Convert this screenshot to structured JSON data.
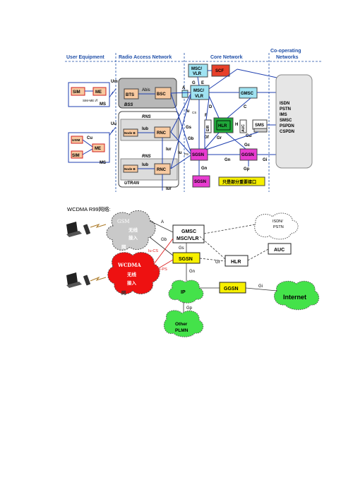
{
  "top_diagram": {
    "headers": {
      "user_equipment": "User Equipment",
      "radio_access_network": "Radio Access Network",
      "core_network": "Core Network",
      "co_operating_1": "Co-operating",
      "co_operating_2": "Networks"
    },
    "interfaces": {
      "um": "Um",
      "uu": "Uu",
      "cu": "Cu",
      "abis": "Abis",
      "a": "A",
      "iub_1": "Iub",
      "iub_2": "Iub",
      "iur_1": "Iur",
      "iur_2": "Iur",
      "iu_cs": "Iu",
      "iu_cs_sub": "CS",
      "iu_ps": "Iu",
      "iu_ps_sub": "PS",
      "g": "G",
      "e": "E",
      "b": "B",
      "d": "D",
      "c": "C",
      "f": "F",
      "h": "H",
      "gs": "Gs",
      "gr": "Gr",
      "gf": "Gf",
      "gd": "Gd",
      "gc": "Gc",
      "gn_1": "Gn",
      "gn_2": "Gn",
      "gp": "Gp",
      "gi": "Gi",
      "gb": "Gb"
    },
    "nodes": {
      "sim_1": "SIM",
      "me_1": "ME",
      "sim_me_i": "SIM-ME i/f",
      "ms_1": "MS",
      "usim": "USIM",
      "sim_2": "SIM",
      "me_2": "ME",
      "ms_2": "MS",
      "bts": "BTS",
      "bsc": "BSC",
      "bss": "BSS",
      "rns_1": "RNS",
      "node_b_1": "Node B",
      "rnc_1": "RNC",
      "rns_2": "RNS",
      "node_b_2": "Node B",
      "rnc_2": "RNC",
      "utran": "UTRAN",
      "msc_vlr_top_1": "MSC/",
      "msc_vlr_top_2": "VLR",
      "scf": "SCF",
      "msc_vlr_1": "MSC/",
      "msc_vlr_2": "VLR",
      "gmsc": "GMSC",
      "eir": "EIR",
      "hlr": "HLR",
      "auc": "AUC",
      "sms": "SMS",
      "sgsn": "SGSN",
      "ggsn": "GGSN",
      "sgsn_bottom": "SGSN",
      "note": "只是部分重要接口"
    },
    "networks": [
      "ISDN",
      "PSTN",
      "IMS",
      "SMSC",
      "PSPDN",
      "CSPDN"
    ]
  },
  "caption": "WCDMA  R99网络:",
  "bottom_diagram": {
    "gsm_1": "GSM",
    "gsm_2": "无线",
    "gsm_3": "接入",
    "gsm_4": "网",
    "wcdma_1": "WCDMA",
    "wcdma_2": "无线",
    "wcdma_3": "接入",
    "wcdma_4": "网",
    "gmsc_1": "GMSC",
    "gmsc_2": "MSC/VLR",
    "sgsn": "SGSN",
    "hlr": "HLR",
    "auc": "AUC",
    "ggsn": "GGSN",
    "ip": "IP",
    "other_1": "Other",
    "other_2": "PLMN",
    "internet": "Internet",
    "isdn_1": "ISDN/",
    "isdn_2": "PSTN",
    "lbl_a": "A",
    "lbl_gb": "Gb",
    "lbl_gs": "Gs",
    "lbl_iu_cs": "Iu-CS",
    "lbl_iu_ps": "Iu-PS",
    "lbl_gn": "Gn",
    "lbl_gr": "Gr",
    "lbl_gi": "Gi",
    "lbl_gp": "Gp"
  },
  "colors": {
    "header_blue": "#1f4fa8",
    "link_blue": "#1f3fb0",
    "node_orange": "#f7c9a0",
    "node_red": "#e8402a",
    "node_cyan": "#9fe3f2",
    "node_green": "#1fa83a",
    "node_magenta": "#e83cd0",
    "node_yellow": "#f7f000",
    "cloud_green": "#44e24a",
    "cloud_red": "#ee1111"
  }
}
